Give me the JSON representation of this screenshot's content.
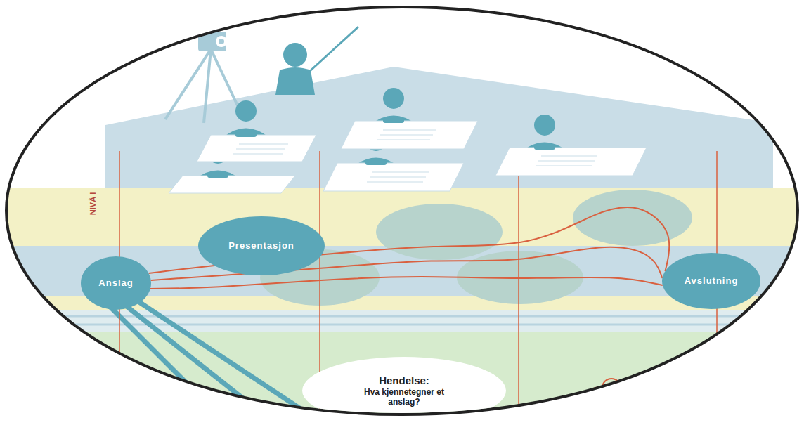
{
  "diagram": {
    "nodes": [
      {
        "text": [
          "Anslag"
        ]
      },
      {
        "text": [
          "Presentasjon"
        ]
      },
      {
        "text": [
          "Avslutning"
        ]
      },
      {
        "text": [
          "Hendelse:",
          "Hva kjennetegner et anslag?"
        ]
      }
    ],
    "edges": [
      {
        "from": 0,
        "to": 2,
        "arrow": "none"
      },
      {
        "from": 0,
        "to": 2,
        "arrow": "none"
      },
      {
        "from": 0,
        "to": 2,
        "arrow": "none"
      }
    ],
    "labels": [
      "NIVÅ I"
    ]
  }
}
